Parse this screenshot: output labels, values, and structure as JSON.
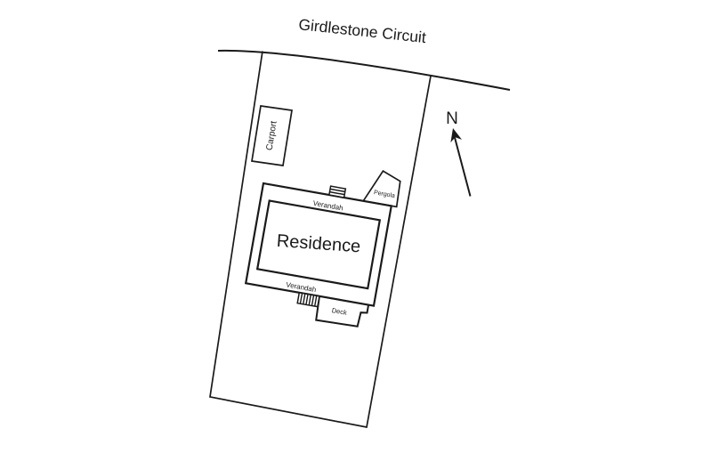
{
  "site_plan": {
    "street": {
      "label": "Girdlestone Circuit"
    },
    "compass": {
      "label": "N"
    },
    "structures": {
      "carport": "Carport",
      "residence": "Residence",
      "verandah_top": "Verandah",
      "verandah_bottom": "Verandah",
      "pergola": "Pergola",
      "deck": "Deck"
    },
    "colors": {
      "line": "#1a1a1a",
      "background": "#ffffff"
    }
  }
}
